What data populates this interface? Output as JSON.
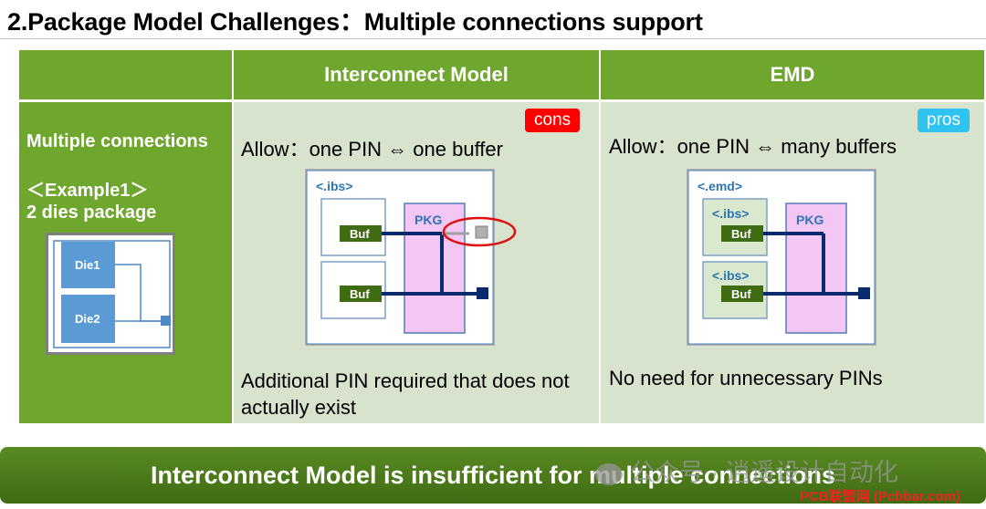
{
  "title": "2.Package Model Challenges：Multiple connections support",
  "table": {
    "col1_header": "Interconnect Model",
    "col2_header": "EMD",
    "row_label": "Multiple connections",
    "example_label": "＜Example1＞",
    "example_desc": "2 dies package",
    "die1": "Die1",
    "die2": "Die2",
    "cons_tag": "cons",
    "pros_tag": "pros",
    "col1_allow": "Allow：one PIN ⇔ one buffer",
    "col2_allow": "Allow：one PIN ⇔ many buffers",
    "col1_note": "Additional PIN required that does not actually exist",
    "col2_note": "No need for unnecessary PINs",
    "ibs_label": "<.ibs>",
    "emd_label": "<.emd>",
    "pkg_label": "PKG",
    "buf_label": "Buf"
  },
  "banner": "Interconnect Model is insufficient for multiple connections",
  "watermark": "公众号 · 逍遥设计自动化",
  "watermark2": "PCB联盟网 (Pcbbar.com)",
  "colors": {
    "header_green": "#6fa62e",
    "body_green": "#d7e3cc",
    "cons": "#ff0000",
    "pros": "#2fc4f0",
    "pkg_fill": "#f4c6f4",
    "buf_fill": "#3f6b12"
  }
}
